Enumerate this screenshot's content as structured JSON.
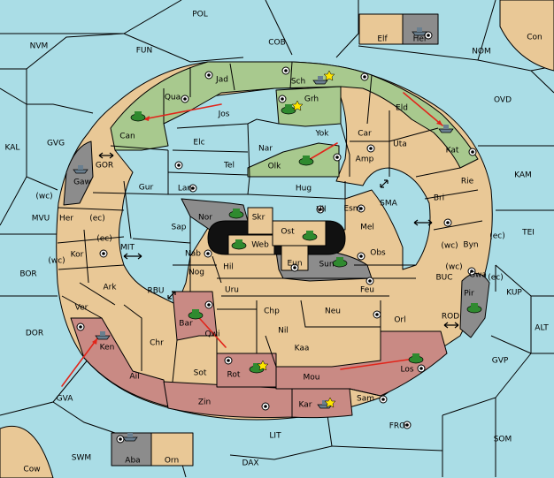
{
  "colors": {
    "sea": "#aadde6",
    "land": "#e9c896",
    "green": "#a8c98e",
    "red": "#c98a84",
    "grey": "#8c8c8c",
    "arrow": "#e1251b",
    "army": "#2f8a2f",
    "fleet": "#6a7f8f"
  },
  "labels": {
    "POL": "POL",
    "NVM": "NVM",
    "FUN": "FUN",
    "COB": "COB",
    "NOM": "NOM",
    "Con": "Con",
    "Elf": "Elf",
    "Hel": "Hel",
    "OVD": "OVD",
    "KAL": "KAL",
    "GVG": "GVG",
    "KAM": "KAM",
    "TEI": "TEI",
    "MVU": "MVU",
    "BOR": "BOR",
    "KUP": "KUP",
    "ALT": "ALT",
    "DOR": "DOR",
    "GVP": "GVP",
    "GVA": "GVA",
    "FRO": "FRO",
    "SOM": "SOM",
    "LIT": "LIT",
    "SWM": "SWM",
    "DAX": "DAX",
    "Cow": "Cow",
    "Aba": "Aba",
    "Orn": "Orn",
    "Jad": "Jad",
    "Sch": "Sch",
    "Qua": "Qua",
    "Jos": "Jos",
    "Grh": "Grh",
    "Eld": "Eld",
    "Can": "Can",
    "Elc": "Elc",
    "Nar": "Nar",
    "Yok": "Yok",
    "Car": "Car",
    "Uta": "Uta",
    "Kat": "Kat",
    "Tel": "Tel",
    "Olk": "Olk",
    "Amp": "Amp",
    "Gur": "Gur",
    "Lan": "Lan",
    "Hug": "Hug",
    "Rie": "Rie",
    "Gaw": "Gaw",
    "Bri": "Bri",
    "Vil": "Vil",
    "Esm": "Esm",
    "Nor": "Nor",
    "Skr": "Skr",
    "Ost": "Ost",
    "Her": "Her",
    "Sap": "Sap",
    "Web": "Web",
    "Mel": "Mel",
    "Byn": "Byn",
    "Kor": "Kor",
    "Nab": "Nab",
    "Eun": "Eun",
    "Sun": "Sun",
    "Obs": "Obs",
    "Gwa": "Gwa",
    "Hil": "Hil",
    "Ark": "Ark",
    "Nog": "Nog",
    "Uru": "Uru",
    "Feu": "Feu",
    "Pir": "Pir",
    "Ver": "Ver",
    "Chp": "Chp",
    "Neu": "Neu",
    "Bar": "Bar",
    "Qwi": "Qwi",
    "Nil": "Nil",
    "Orl": "Orl",
    "Ken": "Ken",
    "Chr": "Chr",
    "Kaa": "Kaa",
    "Ail": "Ail",
    "Sot": "Sot",
    "Rot": "Rot",
    "Mou": "Mou",
    "Los": "Los",
    "Zin": "Zin",
    "Kar": "Kar",
    "Sam": "Sam",
    "GOR": "GOR",
    "MIT": "MIT",
    "RBU": "RBU",
    "SMA": "SMA",
    "BUC": "BUC",
    "ROD": "ROD",
    "wc": "(wc)",
    "ec": "(ec)"
  }
}
